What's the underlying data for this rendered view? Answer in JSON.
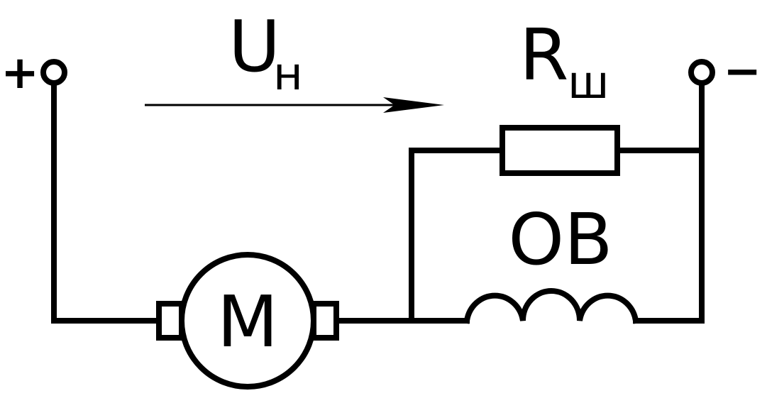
{
  "terminals": {
    "positive": "+",
    "negative": "−"
  },
  "voltage": {
    "symbol": "U",
    "subscript": "н"
  },
  "resistor": {
    "symbol": "R",
    "subscript": "ш"
  },
  "field_winding": {
    "label": "ОВ"
  },
  "motor": {
    "label": "М"
  },
  "colors": {
    "line": "#000000",
    "background": "#ffffff"
  }
}
